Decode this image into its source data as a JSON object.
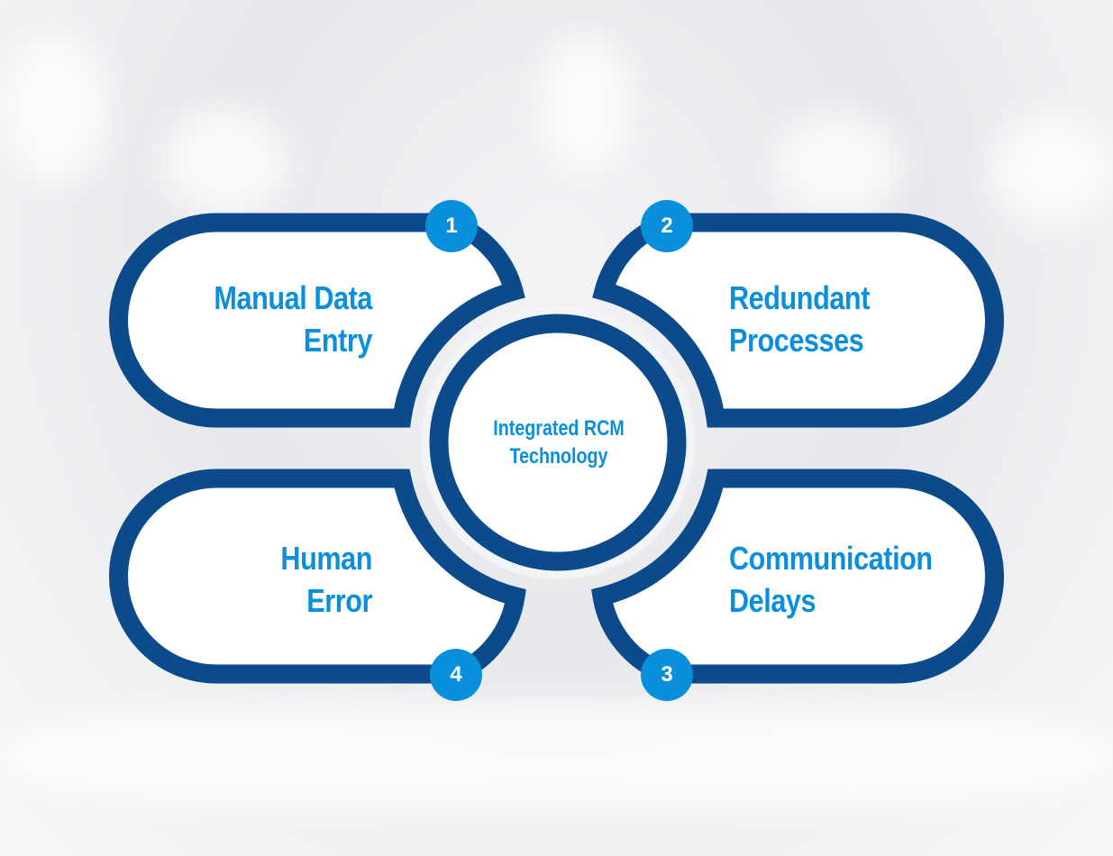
{
  "diagram": {
    "center": {
      "label": "Integrated RCM Technology",
      "line1": "Integrated RCM",
      "line2": "Technology"
    },
    "items": [
      {
        "number": "1",
        "line1": "Manual Data",
        "line2": "Entry",
        "position": "top-left"
      },
      {
        "number": "2",
        "line1": "Redundant",
        "line2": "Processes",
        "position": "top-right"
      },
      {
        "number": "3",
        "line1": "Communication",
        "line2": "Delays",
        "position": "bottom-right"
      },
      {
        "number": "4",
        "line1": "Human",
        "line2": "Error",
        "position": "bottom-left"
      }
    ]
  },
  "colors": {
    "outline": "#0b4a8b",
    "accent": "#0a8fdc",
    "fill": "#ffffff"
  }
}
